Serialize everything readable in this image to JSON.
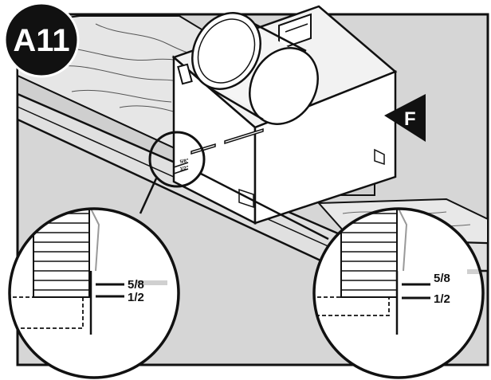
{
  "badge": {
    "label": "A11"
  },
  "pointer": {
    "label": "F"
  },
  "housing": {
    "mark_upper": "5/8\"",
    "mark_lower": "1/2\""
  },
  "detail_left": {
    "mark_upper": "5/8",
    "mark_lower": "1/2"
  },
  "detail_right": {
    "mark_upper": "5/8",
    "mark_lower": "1/2"
  },
  "colors": {
    "background": "#d6d6d6",
    "wood": "#e4e4e4",
    "ink": "#111111",
    "badge": "#111111"
  }
}
